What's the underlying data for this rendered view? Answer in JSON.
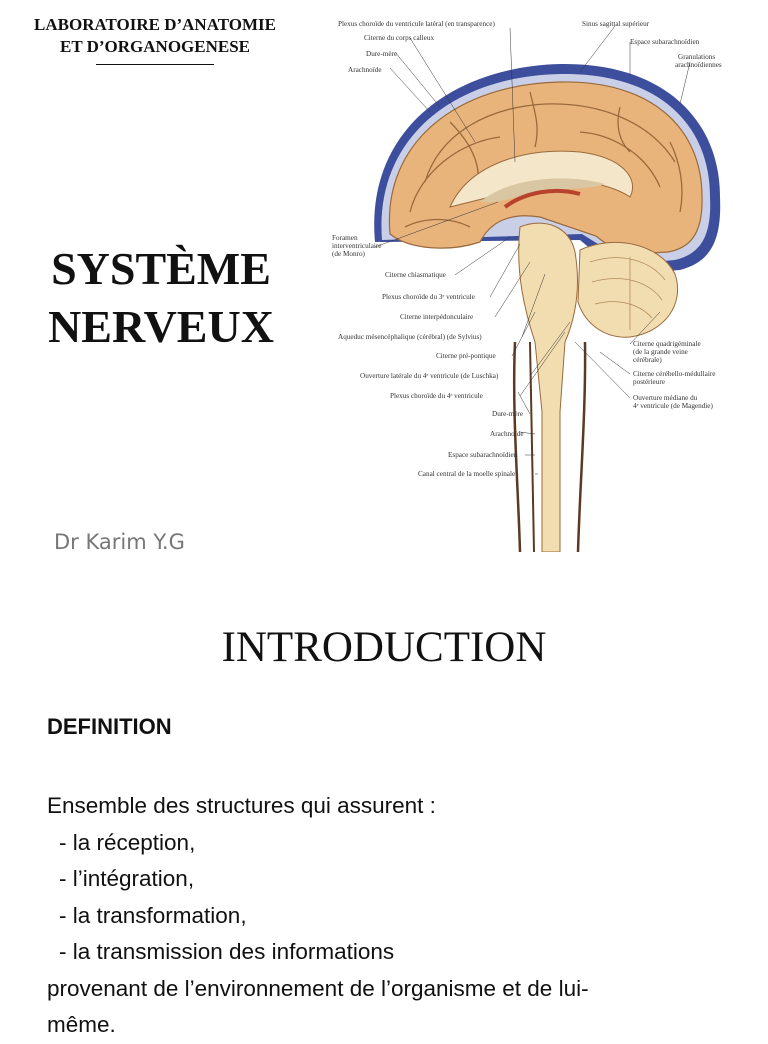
{
  "cover": {
    "lab_line1": "LABORATOIRE D’ANATOMIE",
    "lab_line2": "ET D’ORGANOGENESE",
    "title_line1": "SYSTÈME",
    "title_line2": "NERVEUX",
    "author": "Dr Karim Y.G"
  },
  "figure": {
    "labels": [
      "Plexus choroïde du ventricule latéral (en transparence)",
      "Sinus sagittal supérieur",
      "Citerne du corps calleux",
      "Espace subarachnoïdien",
      "Dure-mère",
      "Granulations",
      "arachnoïdiennes",
      "Arachnoïde",
      "Foramen",
      "interventriculaire",
      "(de Monro)",
      "Citerne chiasmatique",
      "Plexus choroïde du 3ᵉ ventricule",
      "Citerne interpédonculaire",
      "Aqueduc mésencéphalique (cérébral) (de Sylvius)",
      "Citerne pré-pontique",
      "Ouverture latérale du 4ᵉ ventricule (de Luschka)",
      "Plexus choroïde du 4ᵉ ventricule",
      "Dure-mère",
      "Arachnoïde",
      "Espace subarachnoïdien",
      "Canal central de la moelle spinale",
      "Citerne quadrigéminale",
      "(de la grande veine",
      "cérébrale)",
      "Citerne cérébello-médullaire",
      "postérieure",
      "Ouverture médiane du",
      "4ᵉ ventricule (de Magendie)"
    ],
    "colors": {
      "cerebrum": "#e9b47c",
      "dura": "#3d4f9c",
      "cerebellum": "#f2ddb0",
      "choroid": "#b8422c"
    }
  },
  "slide2": {
    "heading": "INTRODUCTION",
    "subheading": "DEFINITION",
    "intro_line": "Ensemble des structures qui assurent :",
    "bullets": [
      "- la réception,",
      "- l’intégration,",
      "- la transformation,",
      "- la transmission des informations"
    ],
    "closing_line1": "provenant de l’environnement de l’organisme et de lui-",
    "closing_line2": "même."
  }
}
